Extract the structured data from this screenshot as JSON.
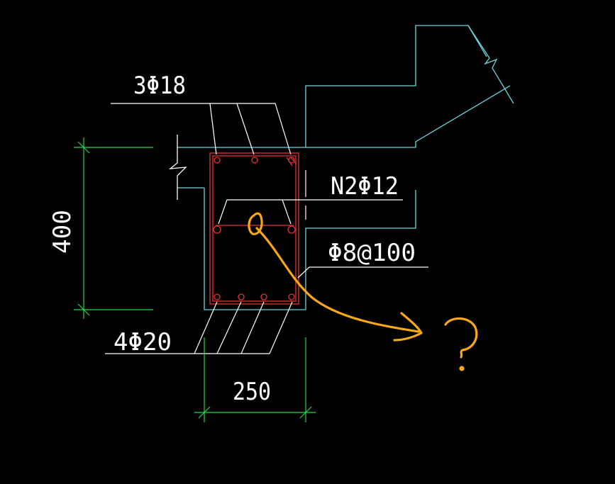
{
  "labels": {
    "top_bars": "3Φ18",
    "waist_bars": "N2Φ12",
    "stirrups": "Φ8@100",
    "bottom_bars": "4Φ20"
  },
  "dimensions": {
    "height": "400",
    "width": "250"
  },
  "annotation": {
    "question_mark": "?"
  },
  "colors": {
    "background": "#000000",
    "concrete_outline": "#6fd3df",
    "rebar": "#e33333",
    "dimension": "#29d34a",
    "leader": "#ffffff",
    "text": "#ffffff",
    "markup": "#f7a814"
  }
}
